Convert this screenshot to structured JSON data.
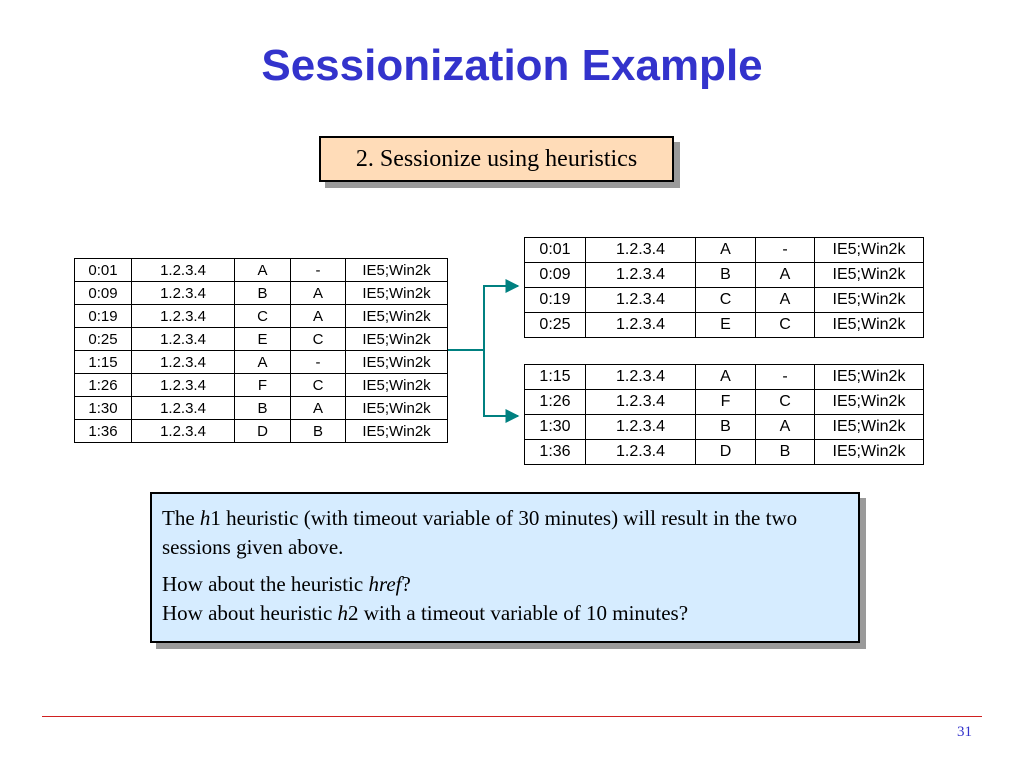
{
  "slide": {
    "title": "Sessionization Example",
    "step_label": "2. Sessionize using heuristics",
    "page_number": "31"
  },
  "log_table": {
    "rows": [
      [
        "0:01",
        "1.2.3.4",
        "A",
        "-",
        "IE5;Win2k"
      ],
      [
        "0:09",
        "1.2.3.4",
        "B",
        "A",
        "IE5;Win2k"
      ],
      [
        "0:19",
        "1.2.3.4",
        "C",
        "A",
        "IE5;Win2k"
      ],
      [
        "0:25",
        "1.2.3.4",
        "E",
        "C",
        "IE5;Win2k"
      ],
      [
        "1:15",
        "1.2.3.4",
        "A",
        "-",
        "IE5;Win2k"
      ],
      [
        "1:26",
        "1.2.3.4",
        "F",
        "C",
        "IE5;Win2k"
      ],
      [
        "1:30",
        "1.2.3.4",
        "B",
        "A",
        "IE5;Win2k"
      ],
      [
        "1:36",
        "1.2.3.4",
        "D",
        "B",
        "IE5;Win2k"
      ]
    ]
  },
  "sessions": [
    {
      "rows": [
        [
          "0:01",
          "1.2.3.4",
          "A",
          "-",
          "IE5;Win2k"
        ],
        [
          "0:09",
          "1.2.3.4",
          "B",
          "A",
          "IE5;Win2k"
        ],
        [
          "0:19",
          "1.2.3.4",
          "C",
          "A",
          "IE5;Win2k"
        ],
        [
          "0:25",
          "1.2.3.4",
          "E",
          "C",
          "IE5;Win2k"
        ]
      ]
    },
    {
      "rows": [
        [
          "1:15",
          "1.2.3.4",
          "A",
          "-",
          "IE5;Win2k"
        ],
        [
          "1:26",
          "1.2.3.4",
          "F",
          "C",
          "IE5;Win2k"
        ],
        [
          "1:30",
          "1.2.3.4",
          "B",
          "A",
          "IE5;Win2k"
        ],
        [
          "1:36",
          "1.2.3.4",
          "D",
          "B",
          "IE5;Win2k"
        ]
      ]
    }
  ],
  "note": {
    "line1_a": "The ",
    "line1_italic": "h",
    "line1_b": "1 heuristic (with timeout variable of 30 minutes) will result in the two sessions given above.",
    "line2_a": "How about the heuristic ",
    "line2_italic": "href",
    "line2_b": "?",
    "line3_a": "How about heuristic ",
    "line3_italic": "h",
    "line3_b": "2 with a timeout variable of 10 minutes?"
  },
  "colors": {
    "title": "#3333cc",
    "step_box_fill": "#ffdcb8",
    "note_box_fill": "#d6ecff",
    "arrow": "#008080",
    "rule": "#d02020"
  }
}
